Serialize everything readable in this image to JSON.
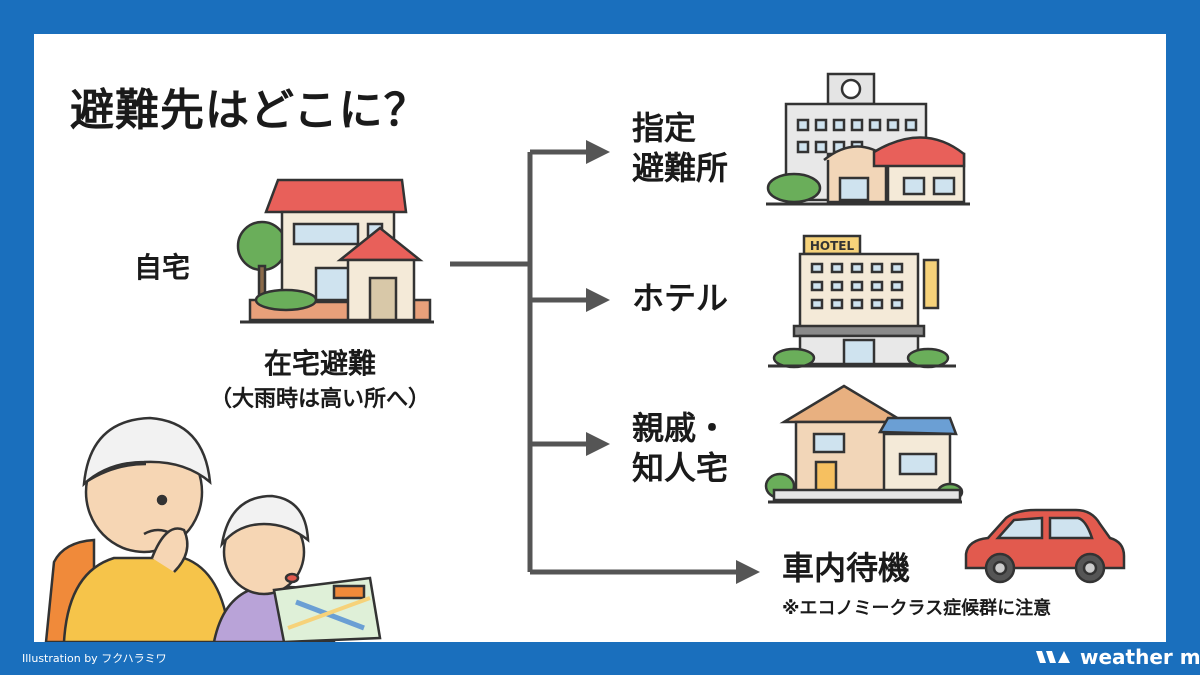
{
  "title": "避難先はどこに？",
  "home": {
    "label": "自宅",
    "caption": "在宅避難",
    "sub": "（大雨時は高い所へ）"
  },
  "destinations": [
    {
      "lines": [
        "指定",
        "避難所"
      ],
      "icon": "shelter-building-icon"
    },
    {
      "lines": [
        "ホテル"
      ],
      "icon": "hotel-building-icon",
      "sign": "HOTEL"
    },
    {
      "lines": [
        "親戚・",
        "知人宅"
      ],
      "icon": "relative-house-icon"
    },
    {
      "lines": [
        "車内待機"
      ],
      "icon": "car-icon",
      "note": "※エコノミークラス症候群に注意"
    }
  ],
  "footer": {
    "credit": "Illustration by フクハラミワ",
    "brand": "weather map"
  },
  "colors": {
    "frame": "#1a6fbd",
    "roof": "#e8605a",
    "arrow": "#555555",
    "car": "#e25a4e"
  }
}
